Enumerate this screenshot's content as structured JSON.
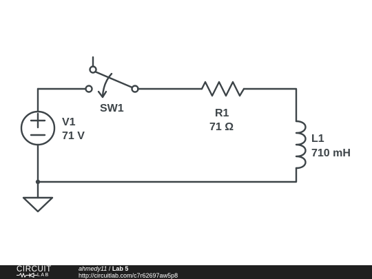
{
  "components": {
    "source": {
      "name": "V1",
      "value": "71 V"
    },
    "switch": {
      "name": "SW1"
    },
    "resistor": {
      "name": "R1",
      "value": "71 Ω"
    },
    "inductor": {
      "name": "L1",
      "value": "710 mH"
    }
  },
  "footer": {
    "logo_top": "CIRCUIT",
    "logo_bottom": "LAB",
    "author": "ahmedy11",
    "separator": "/",
    "title": "Lab 5",
    "url": "http://circuitlab.com/c7r62697aw5p8"
  },
  "icons": {
    "logo_symbol": "resistor-diode-logo-icon",
    "ground": "ground-icon",
    "voltage_source": "dc-source-icon"
  },
  "colors": {
    "wire": "#3d4448",
    "footer_bg": "#1f1f1f",
    "footer_text": "#ffffff"
  }
}
